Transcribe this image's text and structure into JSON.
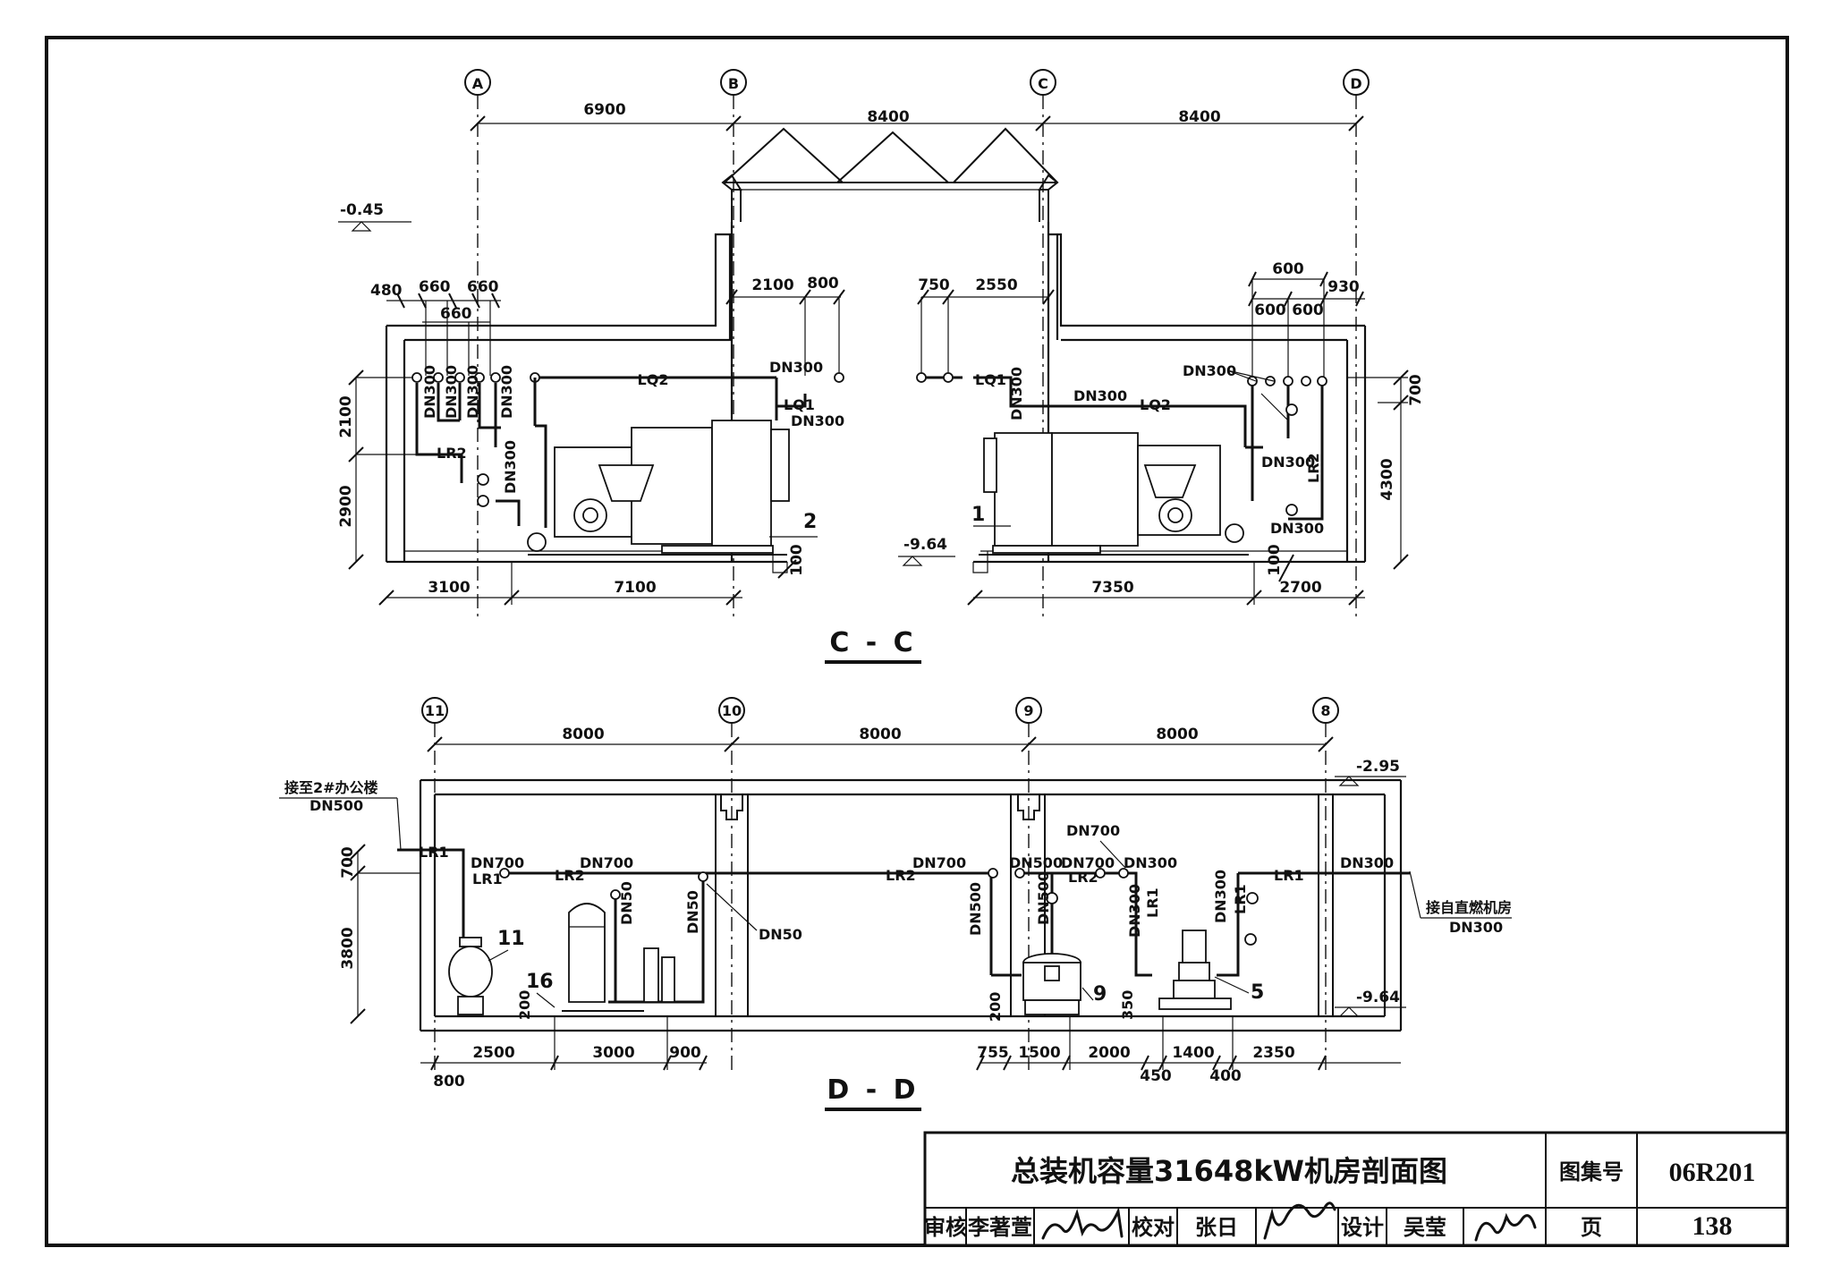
{
  "section_cc": {
    "title": "C - C",
    "axes": [
      "A",
      "B",
      "C",
      "D"
    ],
    "top_dims": [
      "6900",
      "8400",
      "8400"
    ],
    "elevation_top": "-0.45",
    "elevation_floor": "-9.64",
    "left_dims": [
      "480",
      "660",
      "660",
      "660"
    ],
    "mid_dims_left": [
      "2100",
      "800"
    ],
    "mid_dims_right": [
      "750",
      "2550"
    ],
    "right_dims": [
      "600",
      "600",
      "600",
      "930"
    ],
    "height_left": [
      "2100",
      "2900"
    ],
    "height_right": [
      "700",
      "4300"
    ],
    "slab": [
      "100",
      "100"
    ],
    "bottom_dims": [
      "3100",
      "7100",
      "7350",
      "2700"
    ],
    "pipe_labels": {
      "lq2_left": "LQ2",
      "lq1_left": "LQ1",
      "lr2_left": "LR2",
      "lq1_right": "LQ1",
      "lq2_right": "LQ2",
      "lr2_right": "LR2",
      "dn300": "DN300"
    },
    "equipment": [
      "1",
      "2"
    ]
  },
  "section_dd": {
    "title": "D - D",
    "axes": [
      "11",
      "10",
      "9",
      "8"
    ],
    "top_dims": [
      "8000",
      "8000",
      "8000"
    ],
    "elevation_top": "-2.95",
    "elevation_floor": "-9.64",
    "connect_left": [
      "接至2#办公楼",
      "DN500"
    ],
    "connect_right": [
      "接自直燃机房",
      "DN300"
    ],
    "height_left": [
      "700",
      "3800"
    ],
    "bottom_dims": [
      "800",
      "2500",
      "3000",
      "900",
      "755",
      "1500",
      "2000",
      "450",
      "1400",
      "400",
      "2350"
    ],
    "small_dims": [
      "200",
      "200",
      "350"
    ],
    "pipe_labels": {
      "lr1": "LR1",
      "lr2": "LR2",
      "dn700": "DN700",
      "dn500": "DN500",
      "dn50": "DN50",
      "dn300": "DN300"
    },
    "equipment": [
      "11",
      "16",
      "9",
      "5"
    ]
  },
  "title_block": {
    "drawing_title": "总装机容量31648kW机房剖面图",
    "atlas_label": "图集号",
    "atlas_no": "06R201",
    "review_label": "审核",
    "reviewer": "李著萱",
    "check_label": "校对",
    "checker": "张日",
    "design_label": "设计",
    "designer": "吴莹",
    "page_label": "页",
    "page_no": "138"
  }
}
